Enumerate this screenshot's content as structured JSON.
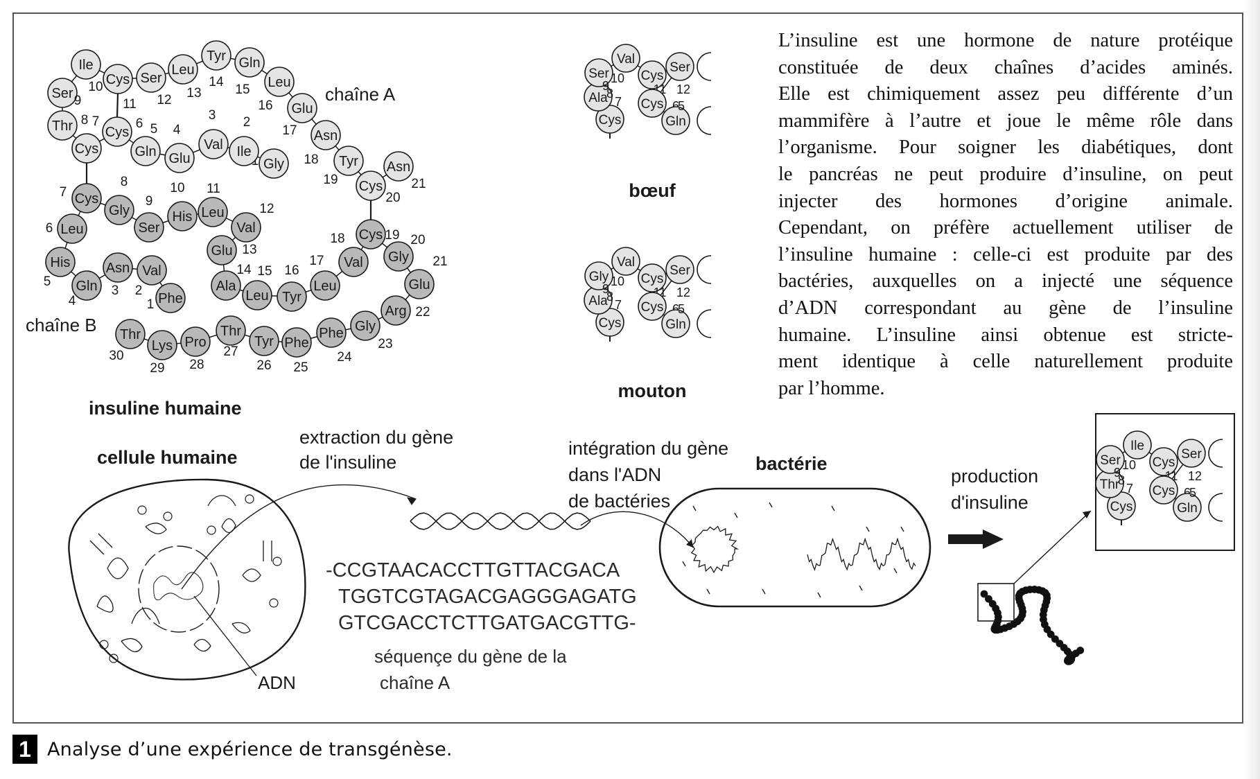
{
  "paragraph": [
    "L’insuline est une hormone de nature protéique",
    "constituée de deux chaînes d’acides aminés.",
    "Elle est chimiquement assez peu différente d’un",
    "mammifère à l’autre et joue le même rôle dans",
    "l’organisme. Pour soigner les diabétiques, dont",
    "le pancréas ne peut produire d’insuline, on peut",
    "injecter des hormones d’origine animale.",
    "Cependant, on préfère actuellement utiliser de",
    "l’insuline humaine : celle-ci est produite par des",
    "bactéries, auxquelles on a injecté une séquence",
    "d’ADN correspondant au gène de l’insuline",
    "humaine. L’insuline ainsi obtenue est stricte-",
    "ment identique à celle naturellement produite",
    "par l’homme."
  ],
  "caption": {
    "number": "1",
    "text": "Analyse d’une expérience de transgénèse."
  },
  "human_insulin": {
    "title": "insuline humaine",
    "chain_a_label": "chaîne A",
    "chain_b_label": "chaîne B",
    "chain_a": [
      {
        "aa": "Gly",
        "n": "1"
      },
      {
        "aa": "Ile",
        "n": "2"
      },
      {
        "aa": "Val",
        "n": "3"
      },
      {
        "aa": "Glu",
        "n": "4"
      },
      {
        "aa": "Gln",
        "n": "5"
      },
      {
        "aa": "Cys",
        "n": "6"
      },
      {
        "aa": "Cys",
        "n": "7"
      },
      {
        "aa": "Thr",
        "n": "8"
      },
      {
        "aa": "Ser",
        "n": "9"
      },
      {
        "aa": "Ile",
        "n": "10"
      },
      {
        "aa": "Cys",
        "n": "11"
      },
      {
        "aa": "Ser",
        "n": "12"
      },
      {
        "aa": "Leu",
        "n": "13"
      },
      {
        "aa": "Tyr",
        "n": "14"
      },
      {
        "aa": "Gln",
        "n": "15"
      },
      {
        "aa": "Leu",
        "n": "16"
      },
      {
        "aa": "Glu",
        "n": "17"
      },
      {
        "aa": "Asn",
        "n": "18"
      },
      {
        "aa": "Tyr",
        "n": "19"
      },
      {
        "aa": "Cys",
        "n": "20"
      },
      {
        "aa": "Asn",
        "n": "21"
      }
    ],
    "chain_b": [
      {
        "aa": "Phe",
        "n": "1"
      },
      {
        "aa": "Val",
        "n": "2"
      },
      {
        "aa": "Asn",
        "n": "3"
      },
      {
        "aa": "Gln",
        "n": "4"
      },
      {
        "aa": "His",
        "n": "5"
      },
      {
        "aa": "Leu",
        "n": "6"
      },
      {
        "aa": "Cys",
        "n": "7"
      },
      {
        "aa": "Gly",
        "n": "8"
      },
      {
        "aa": "Ser",
        "n": "9"
      },
      {
        "aa": "His",
        "n": "10"
      },
      {
        "aa": "Leu",
        "n": "11"
      },
      {
        "aa": "Val",
        "n": "12"
      },
      {
        "aa": "Glu",
        "n": "13"
      },
      {
        "aa": "Ala",
        "n": "14"
      },
      {
        "aa": "Leu",
        "n": "15"
      },
      {
        "aa": "Tyr",
        "n": "16"
      },
      {
        "aa": "Leu",
        "n": "17"
      },
      {
        "aa": "Val",
        "n": "18"
      },
      {
        "aa": "Cys",
        "n": "19"
      },
      {
        "aa": "Gly",
        "n": "20"
      },
      {
        "aa": "Glu",
        "n": "21"
      },
      {
        "aa": "Arg",
        "n": "22"
      },
      {
        "aa": "Gly",
        "n": "23"
      },
      {
        "aa": "Phe",
        "n": "24"
      },
      {
        "aa": "Phe",
        "n": "25"
      },
      {
        "aa": "Tyr",
        "n": "26"
      },
      {
        "aa": "Thr",
        "n": "27"
      },
      {
        "aa": "Pro",
        "n": "28"
      },
      {
        "aa": "Lys",
        "n": "29"
      },
      {
        "aa": "Thr",
        "n": "30"
      }
    ]
  },
  "species_fragments": [
    {
      "species": "bœuf",
      "residues": [
        {
          "aa": "Cys",
          "n": "7"
        },
        {
          "aa": "Ala",
          "n": "8"
        },
        {
          "aa": "Ser",
          "n": "9"
        },
        {
          "aa": "Val",
          "n": "10"
        },
        {
          "aa": "Cys",
          "n": "11"
        },
        {
          "aa": "Ser",
          "n": "12"
        },
        {
          "aa": "Cys",
          "n": "6"
        },
        {
          "aa": "Gln",
          "n": "5"
        }
      ]
    },
    {
      "species": "mouton",
      "residues": [
        {
          "aa": "Cys",
          "n": "7"
        },
        {
          "aa": "Ala",
          "n": "8"
        },
        {
          "aa": "Gly",
          "n": "9"
        },
        {
          "aa": "Val",
          "n": "10"
        },
        {
          "aa": "Cys",
          "n": "11"
        },
        {
          "aa": "Ser",
          "n": "12"
        },
        {
          "aa": "Cys",
          "n": "6"
        },
        {
          "aa": "Gln",
          "n": "5"
        }
      ]
    }
  ],
  "product_fragment": {
    "residues": [
      {
        "aa": "Cys",
        "n": "7"
      },
      {
        "aa": "Thr",
        "n": "8"
      },
      {
        "aa": "Ser",
        "n": "9"
      },
      {
        "aa": "Ile",
        "n": "10"
      },
      {
        "aa": "Cys",
        "n": "11"
      },
      {
        "aa": "Ser",
        "n": "12"
      },
      {
        "aa": "Cys",
        "n": "6"
      },
      {
        "aa": "Gln",
        "n": "5"
      }
    ]
  },
  "process": {
    "human_cell_label": "cellule humaine",
    "dna_label": "ADN",
    "extraction_label": [
      "extraction du gène",
      "de l'insuline"
    ],
    "sequence": [
      "-CCGTAACACCTTGTTACGACA",
      "TGGTCGTAGACGAGGGAGATG",
      "GTCGACCTCTTGATGACGTTG-"
    ],
    "sequence_caption": [
      "séquençe du gène de la",
      "chaîne A"
    ],
    "integration_label": [
      "intégration du gène",
      "dans l'ADN",
      "de bactéries"
    ],
    "bacterium_label": "bactérie",
    "production_label": [
      "production",
      "d'insuline"
    ]
  },
  "colors": {
    "chain_a_fill": "#e4e4e4",
    "chain_b_fill": "#b9b9b9",
    "stroke": "#1a1a1a"
  }
}
